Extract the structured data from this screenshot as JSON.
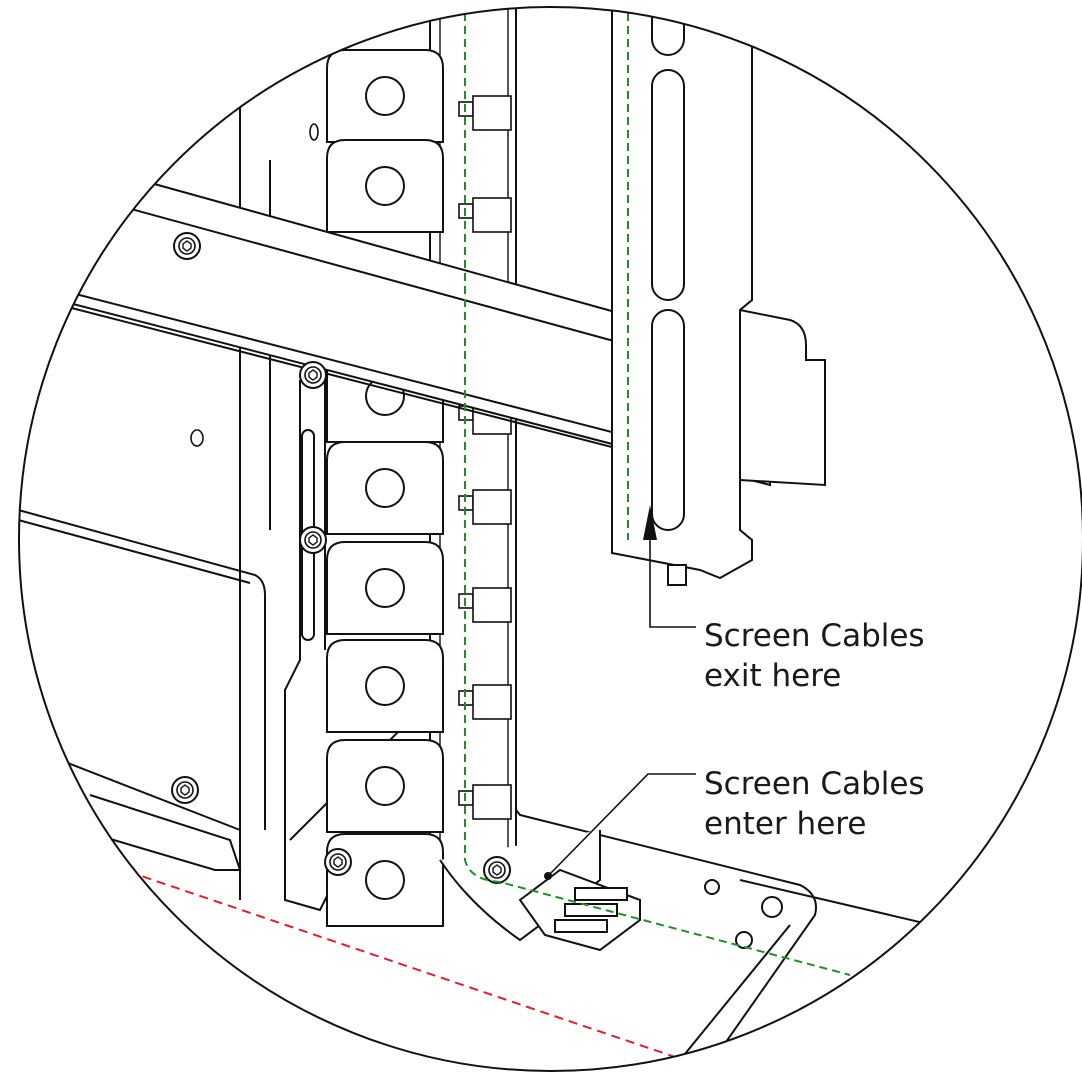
{
  "callouts": {
    "exit": {
      "line1": "Screen Cables",
      "line2": "exit here"
    },
    "enter": {
      "line1": "Screen Cables",
      "line2": "enter here"
    }
  },
  "colors": {
    "cable_path": "#1f8f2a",
    "boundary_line": "#e0202a",
    "linework": "#111111",
    "background": "#ffffff"
  }
}
